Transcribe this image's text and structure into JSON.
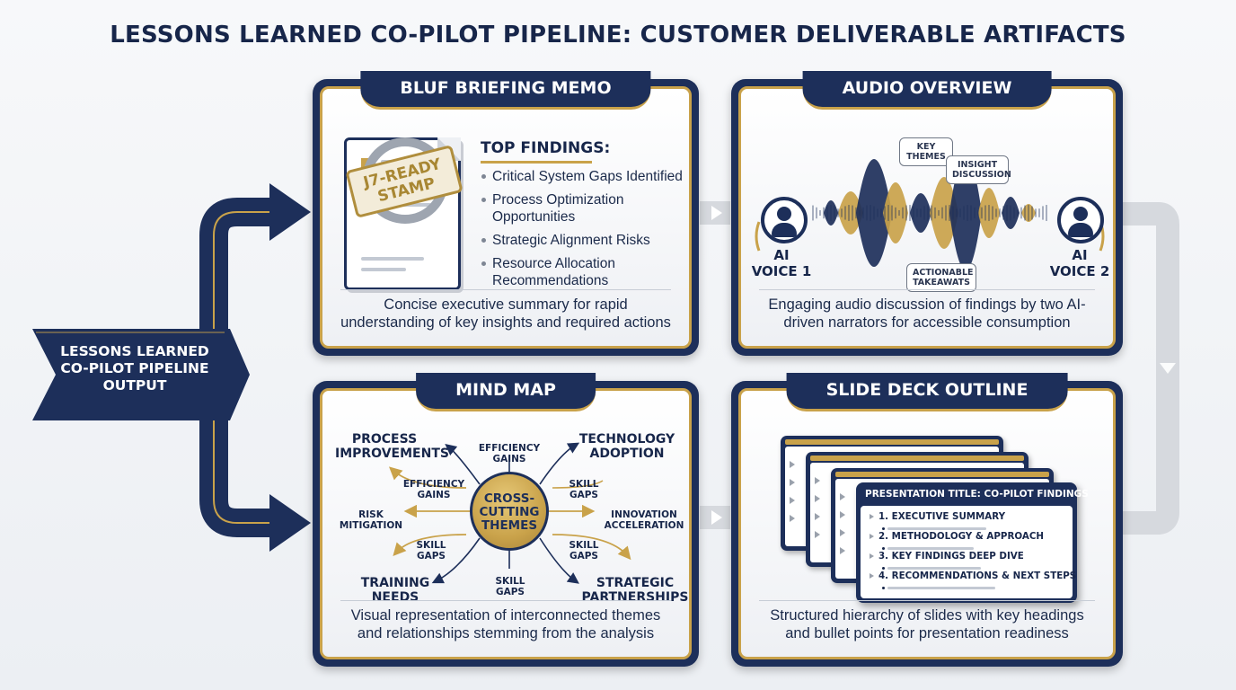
{
  "title": "LESSONS LEARNED CO-PILOT PIPELINE: CUSTOMER DELIVERABLE ARTIFACTS",
  "source": {
    "lines": [
      "LESSONS LEARNED",
      "CO-PILOT PIPELINE",
      "OUTPUT"
    ]
  },
  "colors": {
    "navy": "#1d2f5a",
    "gold": "#c9a24a",
    "connector_gray": "#d6d9de"
  },
  "panels": {
    "briefing": {
      "title": "BLUF BRIEFING MEMO",
      "stamp_lines": [
        "J7-READY",
        "STAMP"
      ],
      "findings_title": "TOP FINDINGS:",
      "findings": [
        "Critical System Gaps Identified",
        "Process Optimization Opportunities",
        "Strategic Alignment Risks",
        "Resource Allocation Recommendations"
      ],
      "description": "Concise executive summary for rapid understanding of key insights and required actions",
      "icon": "document-icon"
    },
    "audio": {
      "title": "AUDIO OVERVIEW",
      "voice1": [
        "AI",
        "VOICE 1"
      ],
      "voice2": [
        "AI",
        "VOICE 2"
      ],
      "bubbles": {
        "key_themes": [
          "KEY",
          "THEMES"
        ],
        "insight": [
          "INSIGHT",
          "DISCUSSION"
        ],
        "actionable": [
          "ACTIONABLE",
          "TAKEAWATS"
        ]
      },
      "description": "Engaging audio discussion of findings by two AI-driven narrators for accessible consumption",
      "icon": "waveform-icon"
    },
    "mindmap": {
      "title": "MIND MAP",
      "hub": [
        "CROSS-",
        "CUTTING",
        "THEMES"
      ],
      "nodes": {
        "process": [
          "PROCESS",
          "IMPROVEMENTS"
        ],
        "technology": [
          "TECHNOLOGY",
          "ADOPTION"
        ],
        "training": [
          "TRAINING",
          "NEEDS"
        ],
        "strategic": [
          "STRATEGIC",
          "PARTNERSHIPS"
        ],
        "efficiency_top": [
          "EFFICIENCY",
          "GAINS"
        ],
        "efficiency_left": [
          "EFFICIENCY",
          "GAINS"
        ],
        "risk": [
          "RISK",
          "MITIGATION"
        ],
        "skill_left": [
          "SKILL",
          "GAPS"
        ],
        "skill_bottom": [
          "SKILL",
          "GAPS"
        ],
        "skill_right_top": [
          "SKILL",
          "GAPS"
        ],
        "skill_right_bottom": [
          "SKILL",
          "GAPS"
        ],
        "innovation": [
          "INNOVATION",
          "ACCELERATION"
        ]
      },
      "description": "Visual representation of interconnected themes and relationships stemming from the analysis"
    },
    "slides": {
      "title": "SLIDE DECK OUTLINE",
      "presentation_title": "PRESENTATION TITLE: CO-PILOT FINDINGS",
      "items": [
        "1.  EXECUTIVE SUMMARY",
        "2. METHODOLOGY & APPROACH",
        "3. KEY FINDINGS DEEP DIVE",
        "4. RECOMMENDATIONS & NEXT STEPS"
      ],
      "description": "Structured hierarchy of slides with key headings and bullet points for presentation readiness"
    }
  }
}
